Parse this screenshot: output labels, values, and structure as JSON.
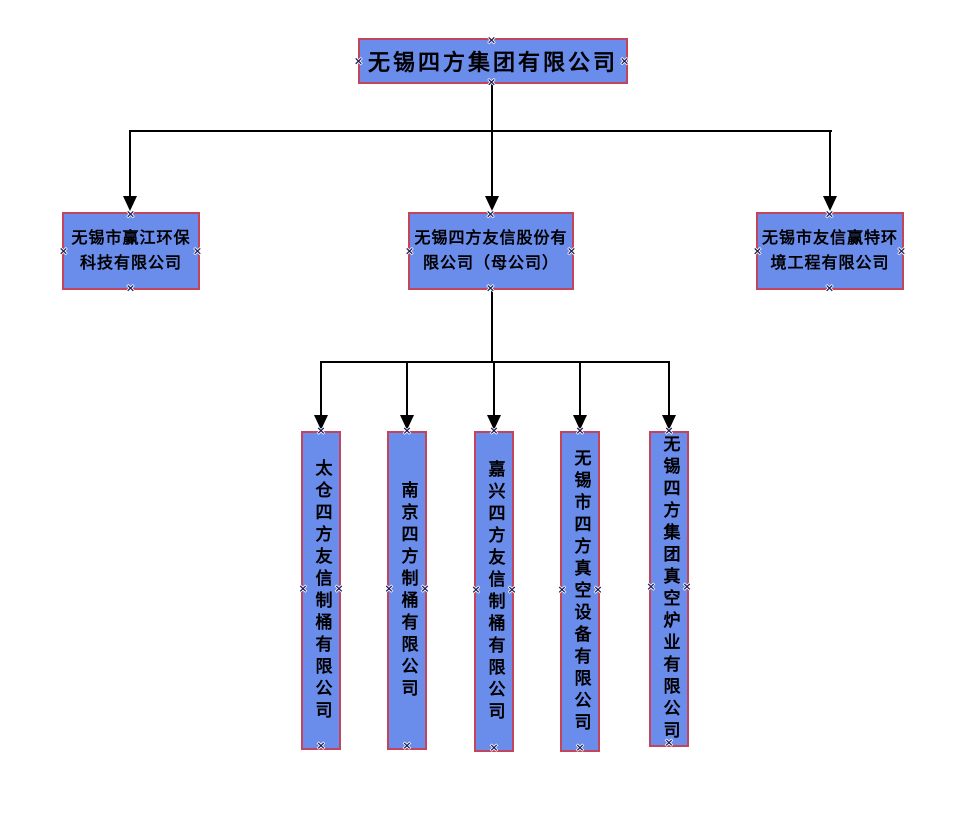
{
  "org": {
    "root": {
      "label": "无锡四方集团有限公司"
    },
    "children": [
      {
        "label": "无锡市赢江环保科技有限公司"
      },
      {
        "label": "无锡四方友信股份有限公司（母公司）",
        "children": [
          {
            "label": "太仓四方友信制桶有限公司"
          },
          {
            "label": "南京四方制桶有限公司"
          },
          {
            "label": "嘉兴四方友信制桶有限公司"
          },
          {
            "label": "无锡市四方真空设备有限公司"
          },
          {
            "label": "无锡四方集团真空炉业有限公司"
          }
        ]
      },
      {
        "label": "无锡市友信赢特环境工程有限公司"
      }
    ]
  },
  "colors": {
    "box_fill": "#6a8ceb",
    "box_border": "#c2455c",
    "connector": "#000000",
    "text": "#000000",
    "canvas": "#ffffff"
  },
  "handle_glyph": "×"
}
